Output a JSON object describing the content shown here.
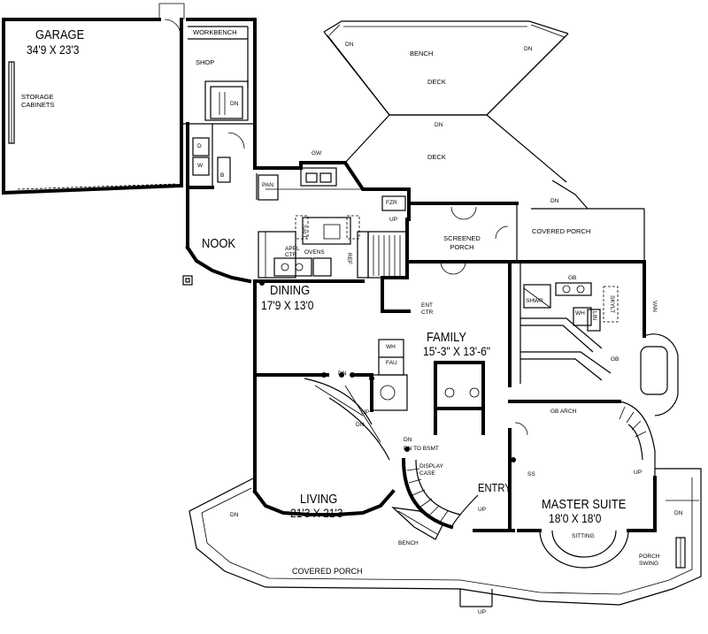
{
  "plan": {
    "rooms": [
      {
        "name": "GARAGE",
        "dims": "34'9 X 23'3"
      },
      {
        "name": "DINING",
        "dims": "17'9 X 13'0"
      },
      {
        "name": "FAMILY",
        "dims": "15'-3\" X 13'-6\""
      },
      {
        "name": "LIVING",
        "dims": "21'3 X 21'3"
      },
      {
        "name": "MASTER SUITE",
        "dims": "18'0 X 18'0"
      }
    ],
    "spaces": {
      "nook": "NOOK",
      "entry": "ENTRY",
      "shop": "SHOP",
      "workbench": "WORKBENCH",
      "storage_cabinets": "STORAGE CABINETS",
      "deck_upper": "DECK",
      "deck_lower": "DECK",
      "bench_deck": "BENCH",
      "screened_porch": "SCREENED PORCH",
      "covered_porch_east": "COVERED PORCH",
      "covered_porch_south": "COVERED PORCH",
      "porch_swing": "PORCH SWING",
      "sitting": "SITTING",
      "bench_entry": "BENCH",
      "display_case": "DISPLAY CASE",
      "ent_ctr": "ENT CTR",
      "gb_arch": "GB ARCH"
    },
    "fixtures": {
      "gw": "GW",
      "pan": "PAN",
      "fzr": "FZR",
      "appl_ctr": "APPL CTR",
      "ovens": "OVENS",
      "refr": "REF",
      "salt": "SALT",
      "d": "D",
      "w": "W",
      "b": "B",
      "gb": "GB",
      "gb2": "GB",
      "shwr": "SHWR",
      "wh_master": "WH",
      "wh_hall": "WH",
      "fau": "FAU",
      "lin": "LIN",
      "van": "VAN",
      "skylt": "SKYLT",
      "ss": "SS"
    },
    "stairs": {
      "dn": "DN",
      "up": "UP",
      "dn_to_bsmt": "DN TO BSMT"
    }
  }
}
